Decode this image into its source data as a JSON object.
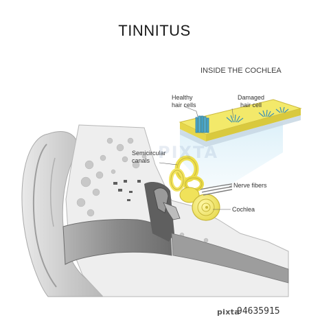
{
  "title": "TINNITUS",
  "inset_title": "INSIDE THE COCHLEA",
  "labels": {
    "healthy_1": "Healthy",
    "healthy_2": "hair cells",
    "damaged_1": "Damaged",
    "damaged_2": "hair cell",
    "semicircular_1": "Semicircular",
    "semicircular_2": "canals",
    "nerve": "Nerve fibers",
    "cochlea": "Cochlea"
  },
  "watermark_text": "PIXTA",
  "stock_brand": "pixta",
  "stock_id": "94635915",
  "colors": {
    "cochlea_yellow": "#f2ea5e",
    "cochlea_outline": "#c8b73a",
    "hair_cell_blue": "#4aa6c8",
    "inset_glow": "#dff2fa",
    "ear_gray": "#d8d8d8",
    "bone_gray": "#ededed",
    "canal_dark": "#8e8e8e"
  }
}
